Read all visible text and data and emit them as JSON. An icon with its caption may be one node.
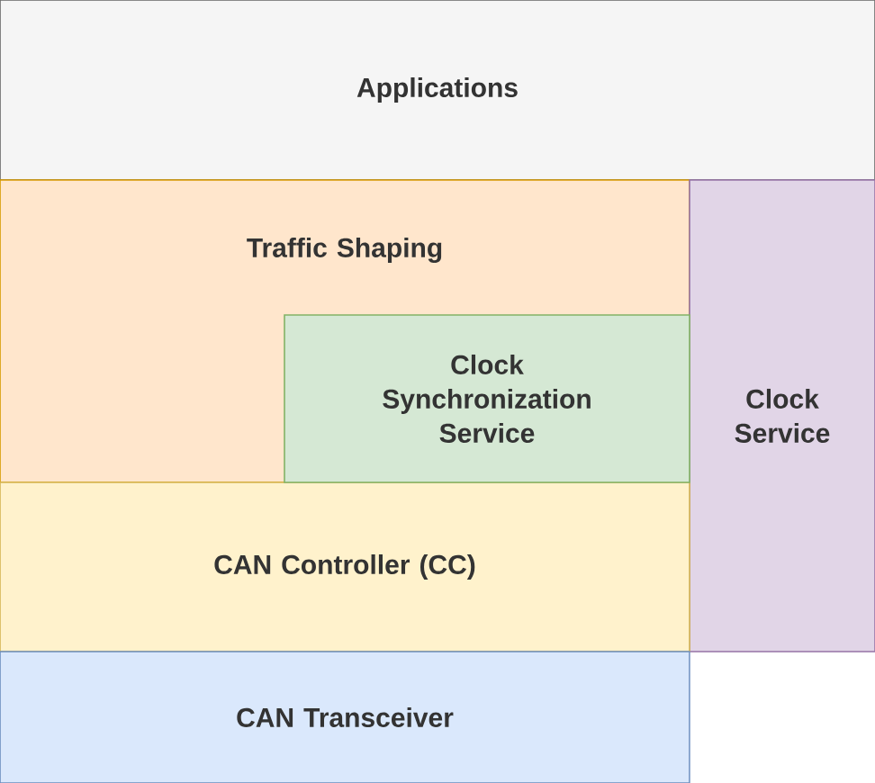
{
  "diagram": {
    "nodes": [
      {
        "text": [
          "Applications"
        ]
      },
      {
        "text": [
          "Traffic Shaping"
        ]
      },
      {
        "text": [
          "Clock Synchronization Service"
        ],
        "in": 1
      },
      {
        "text": [
          "Clock Service"
        ]
      },
      {
        "text": [
          "CAN Controller (CC)"
        ]
      },
      {
        "text": [
          "CAN Transceiver"
        ]
      }
    ]
  }
}
